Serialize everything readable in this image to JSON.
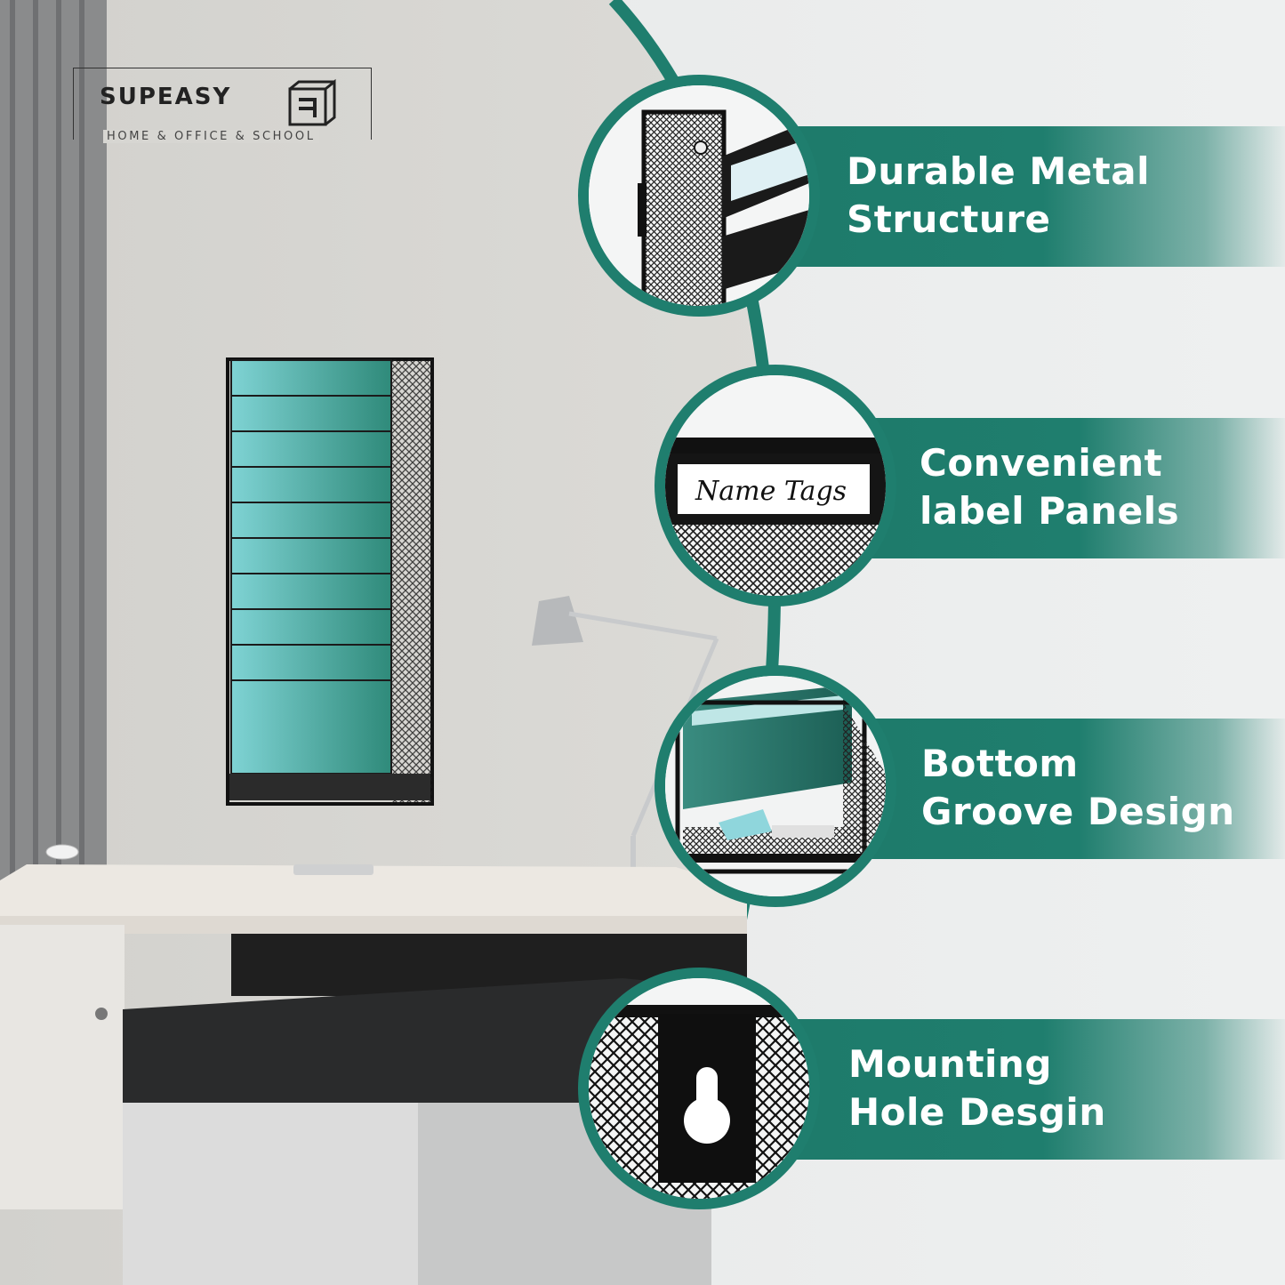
{
  "brand": {
    "name": "SUPEASY",
    "tagline": "HOME & OFFICE & SCHOOL"
  },
  "features": [
    {
      "line1": "Durable Metal",
      "line2": "Structure",
      "icon": "metal-frame-closeup"
    },
    {
      "line1": "Convenient",
      "line2": "label Panels",
      "icon": "label-panel-closeup"
    },
    {
      "line1": "Bottom",
      "line2": "Groove Design",
      "icon": "bottom-groove-closeup"
    },
    {
      "line1": "Mounting",
      "line2": "Hole Desgin",
      "icon": "mounting-hole-closeup"
    }
  ],
  "label_tag_text": "Name Tags",
  "colors": {
    "accent": "#1f7e6e",
    "wall": "#d4d3cf",
    "background": "#e9eaea"
  }
}
